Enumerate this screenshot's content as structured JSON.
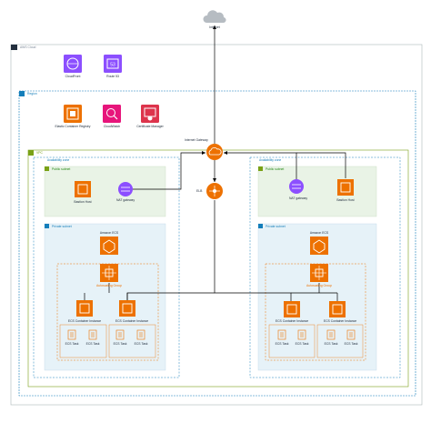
{
  "internet": {
    "label": "Internet"
  },
  "groups": {
    "aws_cloud": "AWS Cloud",
    "region": "Region",
    "vpc": "VPC",
    "az_left": "Availability zone",
    "az_right": "Availability zone",
    "public_left": "Public subnet",
    "public_right": "Public subnet",
    "private_left": "Private subnet",
    "private_right": "Private subnet"
  },
  "global_services": [
    {
      "label": "CloudFront",
      "icon": "cloudfront-icon"
    },
    {
      "label": "Route 53",
      "icon": "route53-icon"
    }
  ],
  "region_services": [
    {
      "label": "Elastic Container Registry",
      "icon": "ecr-icon"
    },
    {
      "label": "CloudWatch",
      "icon": "cloudwatch-icon"
    },
    {
      "label": "Certificate Manager",
      "icon": "certificate-manager-icon"
    }
  ],
  "network": {
    "igw_label": "Internet Gateway",
    "elb_label": "ELB"
  },
  "left_az": {
    "bastion": "Bastion Host",
    "nat": "NAT gateway",
    "ecs": "Amazon ECS",
    "asg": "Autoscaling Group",
    "instances": [
      "ECS Container Instance",
      "ECS Container Instance"
    ],
    "task": "ECS Task"
  },
  "right_az": {
    "bastion": "Bastion Host",
    "nat": "NAT gateway",
    "ecs": "Amazon ECS",
    "asg": "Autoscaling Group",
    "instances": [
      "ECS Container Instance",
      "ECS Container Instance"
    ],
    "task": "ECS Task"
  },
  "colors": {
    "purple": "#8c4fff",
    "orange": "#ed7100",
    "pink": "#e7157b",
    "red": "#dd344c",
    "public_fill": "#e9f3e6",
    "public_border": "#7aa116",
    "private_fill": "#e6f2f8",
    "private_border": "#147eba",
    "vpc_border": "#7aa116",
    "region_border": "#147eba",
    "cloud_border": "#aab7b8"
  }
}
